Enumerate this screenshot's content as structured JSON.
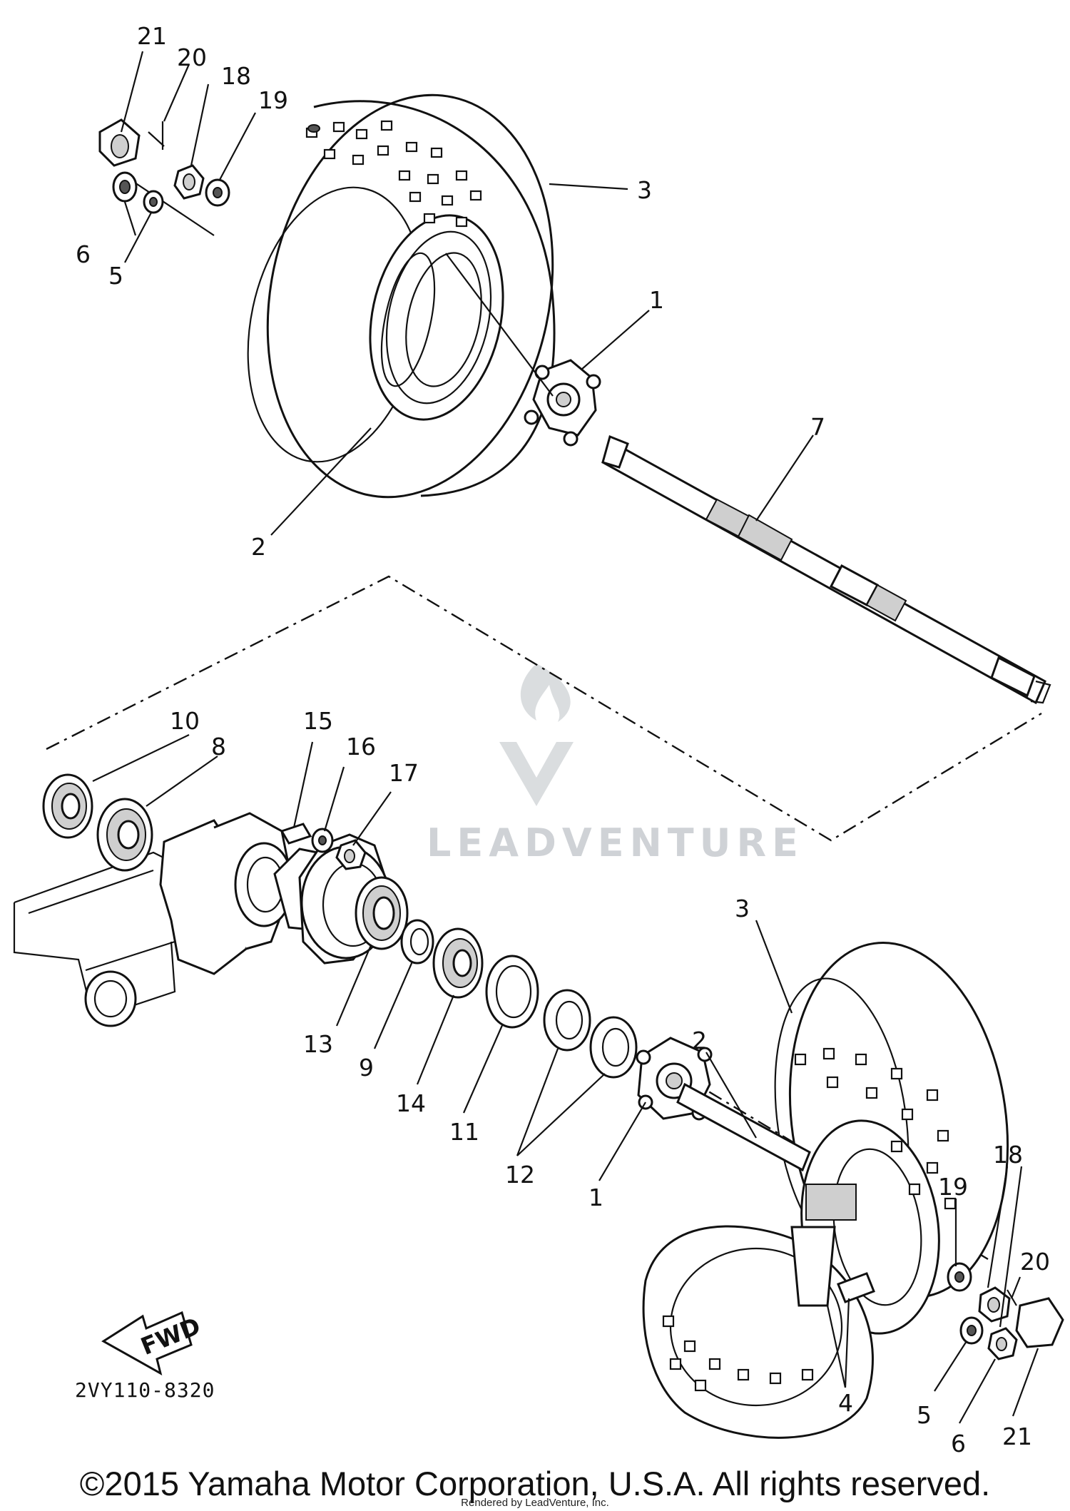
{
  "diagram": {
    "callouts": [
      "21",
      "20",
      "18",
      "19",
      "6",
      "5",
      "3",
      "1",
      "7",
      "2",
      "10",
      "8",
      "15",
      "16",
      "17",
      "13",
      "9",
      "14",
      "11",
      "12",
      "3",
      "2",
      "1",
      "19",
      "18",
      "20",
      "5",
      "4",
      "6",
      "21"
    ],
    "fwd_label": "FWD",
    "diagram_code": "2VY110-8320"
  },
  "watermark": {
    "text": "LEADVENTURE"
  },
  "footer": {
    "copyright": "©2015 Yamaha Motor Corporation, U.S.A. All rights reserved.",
    "rendered_by": "Rendered by LeadVenture, Inc."
  }
}
